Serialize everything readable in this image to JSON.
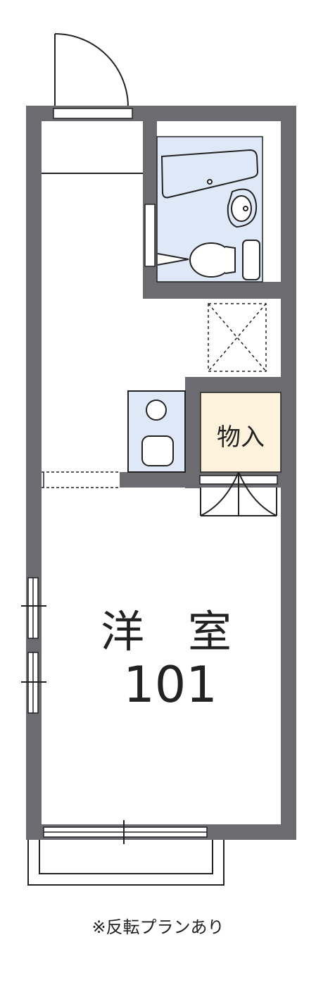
{
  "plan": {
    "storage_label": "物入",
    "room_label": "洋　室",
    "unit_number": "101",
    "note": "※反転プランあり"
  },
  "colors": {
    "wall": "#6b6b70",
    "bath_fill": "#dfe8f7",
    "storage_fill": "#fdf3dc",
    "line": "#222222",
    "background": "#ffffff"
  }
}
